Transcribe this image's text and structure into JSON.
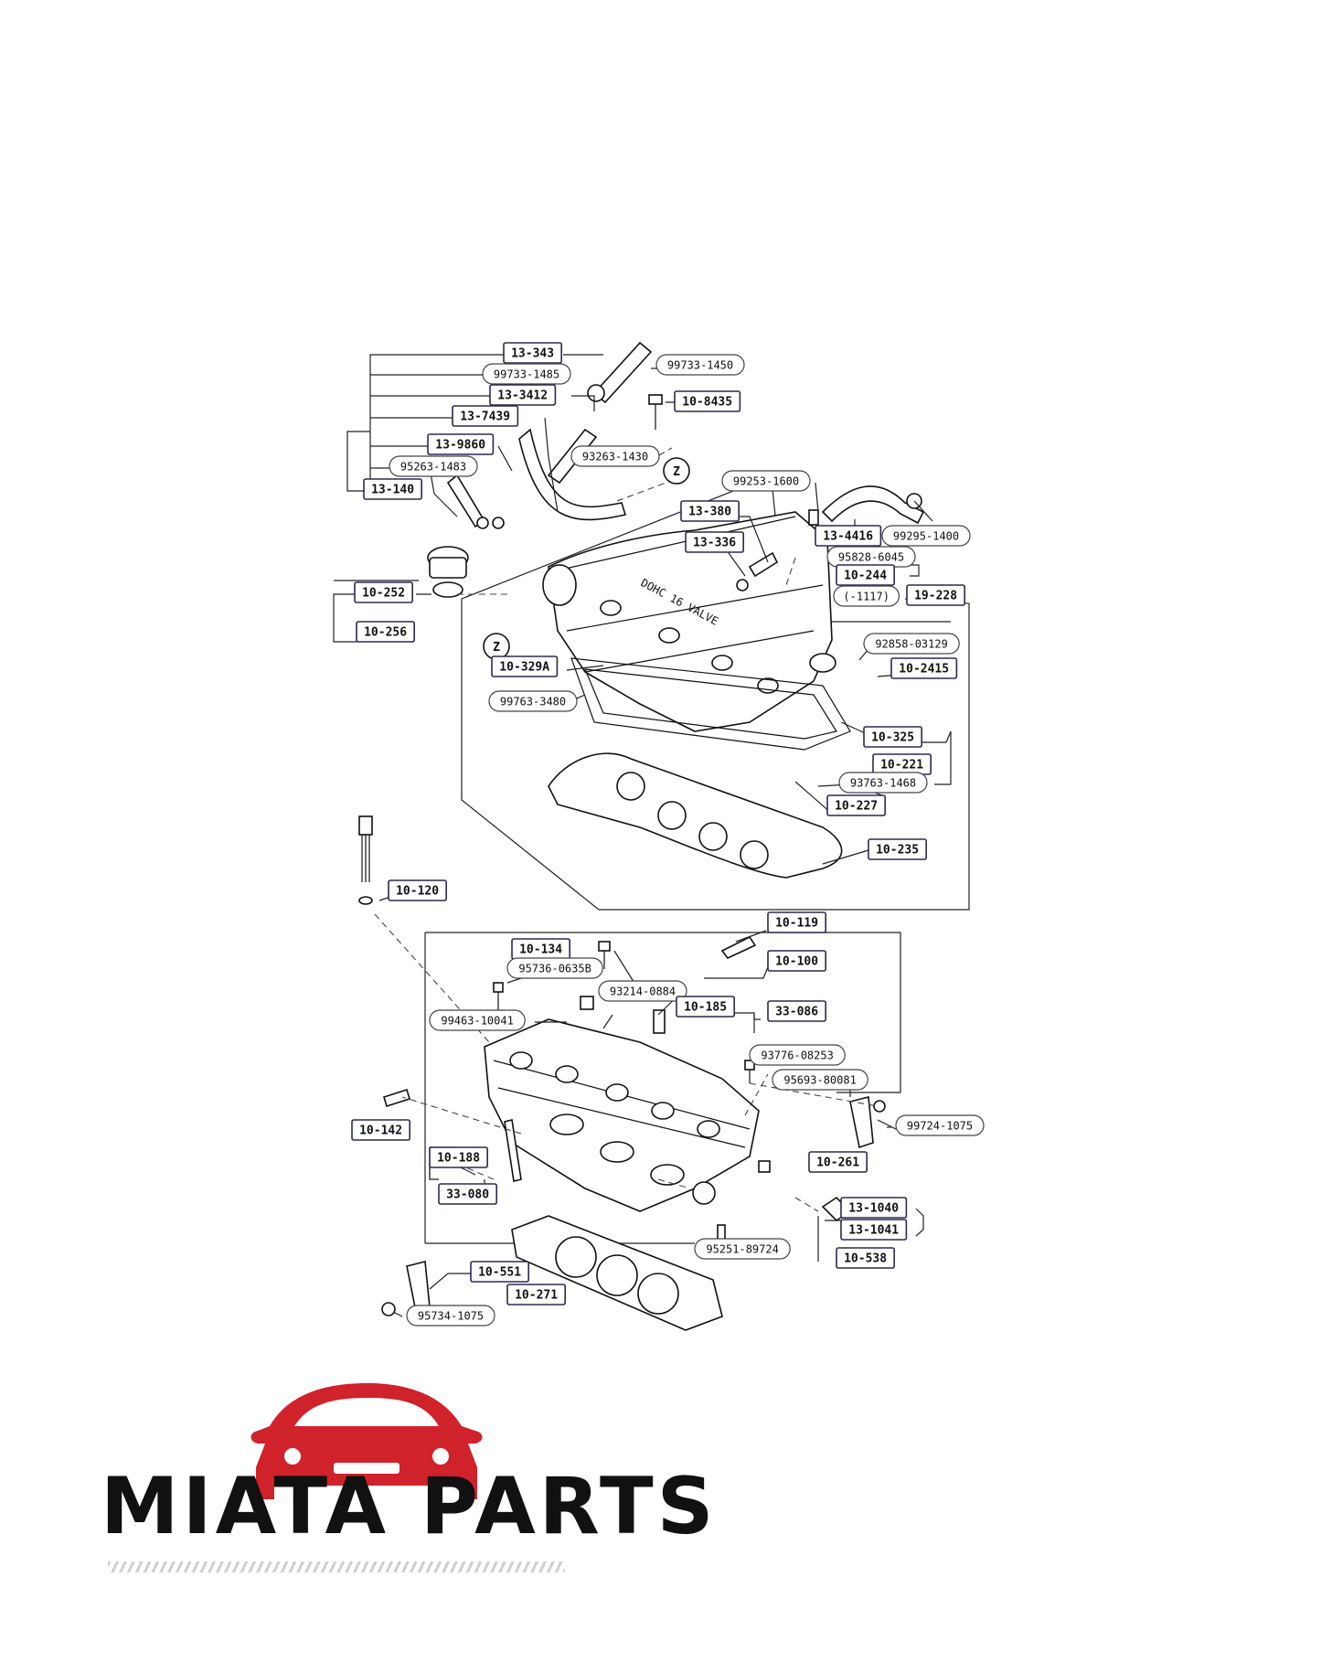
{
  "diagram": {
    "zoom_marker_top": "Z",
    "zoom_marker_cover": "Z",
    "cover_text": "DOHC 16 VALVE",
    "part_numbers": [
      "13-343",
      "99733-1450",
      "99733-1485",
      "13-3412",
      "10-8435",
      "13-7439",
      "13-9860",
      "95263-1483",
      "13-140",
      "93263-1430",
      "99253-1600",
      "13-380",
      "13-336",
      "13-4416",
      "99295-1400",
      "95828-6045",
      "10-244",
      "(-1117)",
      "10-252",
      "10-256",
      "19-228",
      "10-329A",
      "92858-03129",
      "10-2415",
      "99763-3480",
      "10-325",
      "10-221",
      "93763-1468",
      "10-227",
      "10-235",
      "10-120",
      "10-119",
      "10-134",
      "95736-0635B",
      "10-100",
      "93214-0884",
      "10-185",
      "33-086",
      "99463-10041",
      "93776-08253",
      "95693-80081",
      "10-142",
      "99724-1075",
      "10-188",
      "10-261",
      "33-080",
      "13-1040",
      "13-1041",
      "10-551",
      "95251-89724",
      "10-538",
      "10-271",
      "95734-1075"
    ]
  },
  "brand": {
    "name": "MIATA PARTS",
    "logo_icon": "sports-car-icon",
    "logo_color": "#d0222b"
  }
}
